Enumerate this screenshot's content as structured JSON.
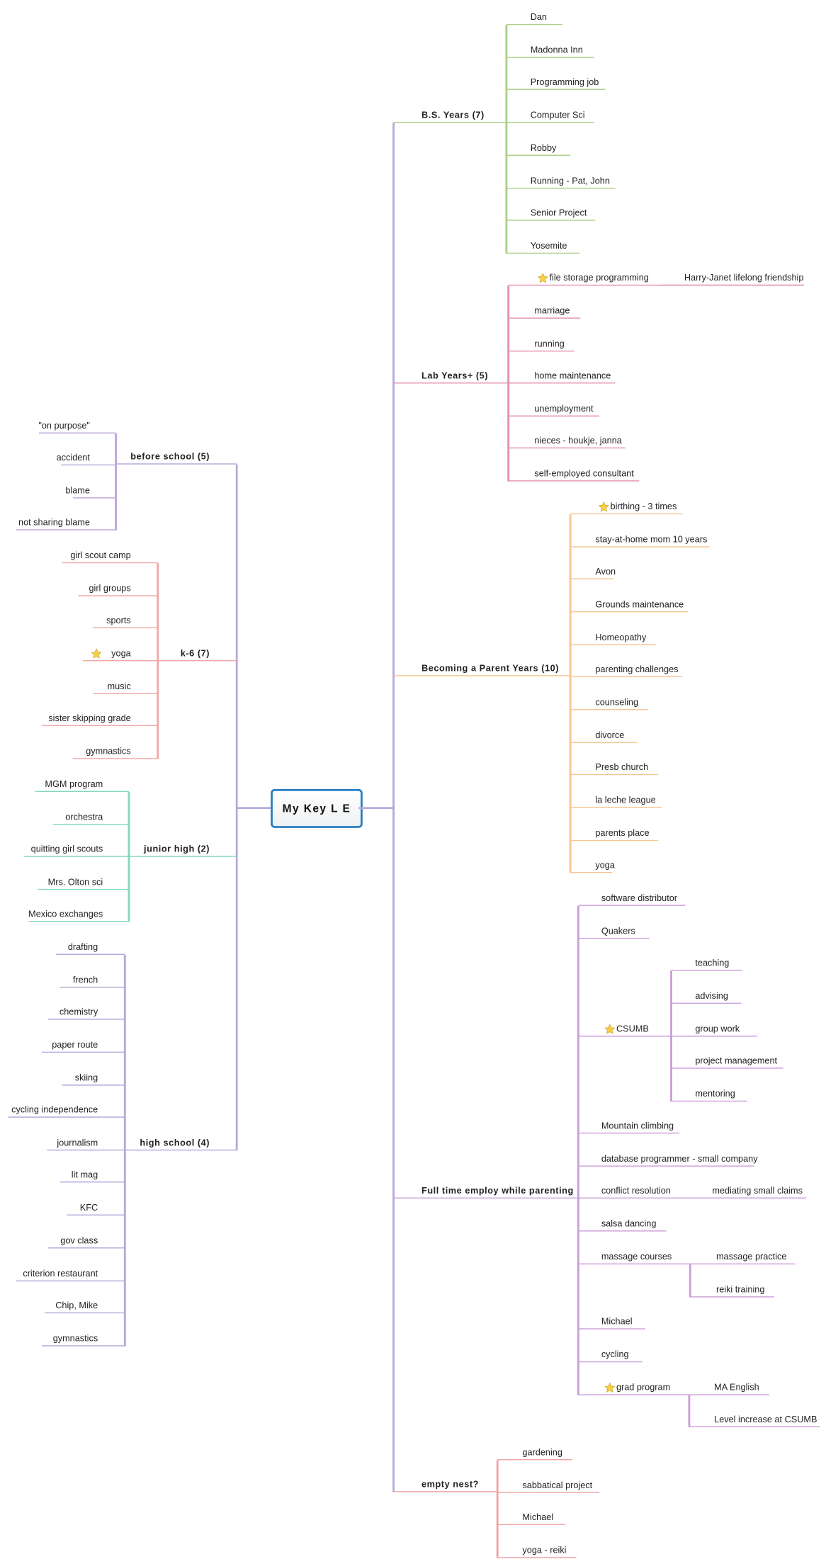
{
  "center": {
    "title": "My Key L E",
    "color": "#2a7fc0"
  },
  "icons": {
    "star": "star-icon"
  },
  "spine_color": "#b8a8dc",
  "right_branches": [
    {
      "label": "B.S. Years (7)",
      "color": "#a9cf86",
      "children": [
        {
          "label": "Dan"
        },
        {
          "label": "Madonna Inn"
        },
        {
          "label": "Programming job"
        },
        {
          "label": "Computer Sci"
        },
        {
          "label": "Robby"
        },
        {
          "label": "Running - Pat, John"
        },
        {
          "label": "Senior Project"
        },
        {
          "label": "Yosemite"
        }
      ]
    },
    {
      "label": "Lab Years+ (5)",
      "color": "#e38fb0",
      "children": [
        {
          "label": "file storage programming",
          "starred": true,
          "children": [
            {
              "label": "Harry-Janet lifelong friendship"
            }
          ]
        },
        {
          "label": "marriage"
        },
        {
          "label": "running"
        },
        {
          "label": "home maintenance"
        },
        {
          "label": "unemployment"
        },
        {
          "label": "nieces - houkje, janna"
        },
        {
          "label": "self-employed consultant"
        }
      ]
    },
    {
      "label": "Becoming a Parent Years (10)",
      "color": "#f6c48f",
      "children": [
        {
          "label": "birthing - 3 times",
          "starred": true
        },
        {
          "label": "stay-at-home mom 10 years"
        },
        {
          "label": "Avon"
        },
        {
          "label": "Grounds maintenance"
        },
        {
          "label": "Homeopathy"
        },
        {
          "label": "parenting challenges"
        },
        {
          "label": "counseling"
        },
        {
          "label": "divorce"
        },
        {
          "label": "Presb church"
        },
        {
          "label": "la leche league"
        },
        {
          "label": "parents place"
        },
        {
          "label": "yoga"
        }
      ]
    },
    {
      "label": "Full time employ while parenting",
      "color": "#cc9ed8",
      "children": [
        {
          "label": "software distributor"
        },
        {
          "label": "Quakers"
        },
        {
          "label": "CSUMB",
          "starred": true,
          "children": [
            {
              "label": "teaching"
            },
            {
              "label": "advising"
            },
            {
              "label": "group work"
            },
            {
              "label": "project management"
            },
            {
              "label": "mentoring"
            }
          ]
        },
        {
          "label": "Mountain climbing"
        },
        {
          "label": "database programmer - small company"
        },
        {
          "label": "conflict resolution",
          "children": [
            {
              "label": "mediating small claims"
            }
          ]
        },
        {
          "label": "salsa dancing"
        },
        {
          "label": "massage courses",
          "children": [
            {
              "label": "massage practice"
            },
            {
              "label": "reiki training"
            }
          ]
        },
        {
          "label": "Michael"
        },
        {
          "label": "cycling"
        },
        {
          "label": "grad program",
          "starred": true,
          "children": [
            {
              "label": "MA English"
            },
            {
              "label": "Level increase at CSUMB"
            }
          ]
        }
      ]
    },
    {
      "label": "empty nest?",
      "color": "#f0a2a2",
      "children": [
        {
          "label": "gardening"
        },
        {
          "label": "sabbatical project"
        },
        {
          "label": "Michael"
        },
        {
          "label": "yoga - reiki"
        }
      ]
    }
  ],
  "left_branches": [
    {
      "label": "before school (5)",
      "color": "#bba6da",
      "children": [
        {
          "label": "\"on purpose\""
        },
        {
          "label": "accident"
        },
        {
          "label": "blame"
        },
        {
          "label": "not sharing blame"
        }
      ]
    },
    {
      "label": "k-6 (7)",
      "color": "#f2a6a6",
      "children": [
        {
          "label": "girl scout camp"
        },
        {
          "label": "girl groups"
        },
        {
          "label": "sports"
        },
        {
          "label": "yoga",
          "starred": true
        },
        {
          "label": "music"
        },
        {
          "label": "sister skipping grade"
        },
        {
          "label": "gymnastics"
        }
      ]
    },
    {
      "label": "junior high (2)",
      "color": "#80d8c2",
      "children": [
        {
          "label": "MGM program"
        },
        {
          "label": "orchestra"
        },
        {
          "label": "quitting girl scouts"
        },
        {
          "label": "Mrs. Olton sci"
        },
        {
          "label": "Mexico exchanges"
        }
      ]
    },
    {
      "label": "high school (4)",
      "color": "#b4a6da",
      "children": [
        {
          "label": "drafting"
        },
        {
          "label": "french"
        },
        {
          "label": "chemistry"
        },
        {
          "label": "paper route"
        },
        {
          "label": "skiing"
        },
        {
          "label": "cycling independence"
        },
        {
          "label": "journalism"
        },
        {
          "label": "lit mag"
        },
        {
          "label": "KFC"
        },
        {
          "label": "gov class"
        },
        {
          "label": "criterion restaurant"
        },
        {
          "label": "Chip, Mike"
        },
        {
          "label": "gymnastics"
        }
      ]
    }
  ]
}
